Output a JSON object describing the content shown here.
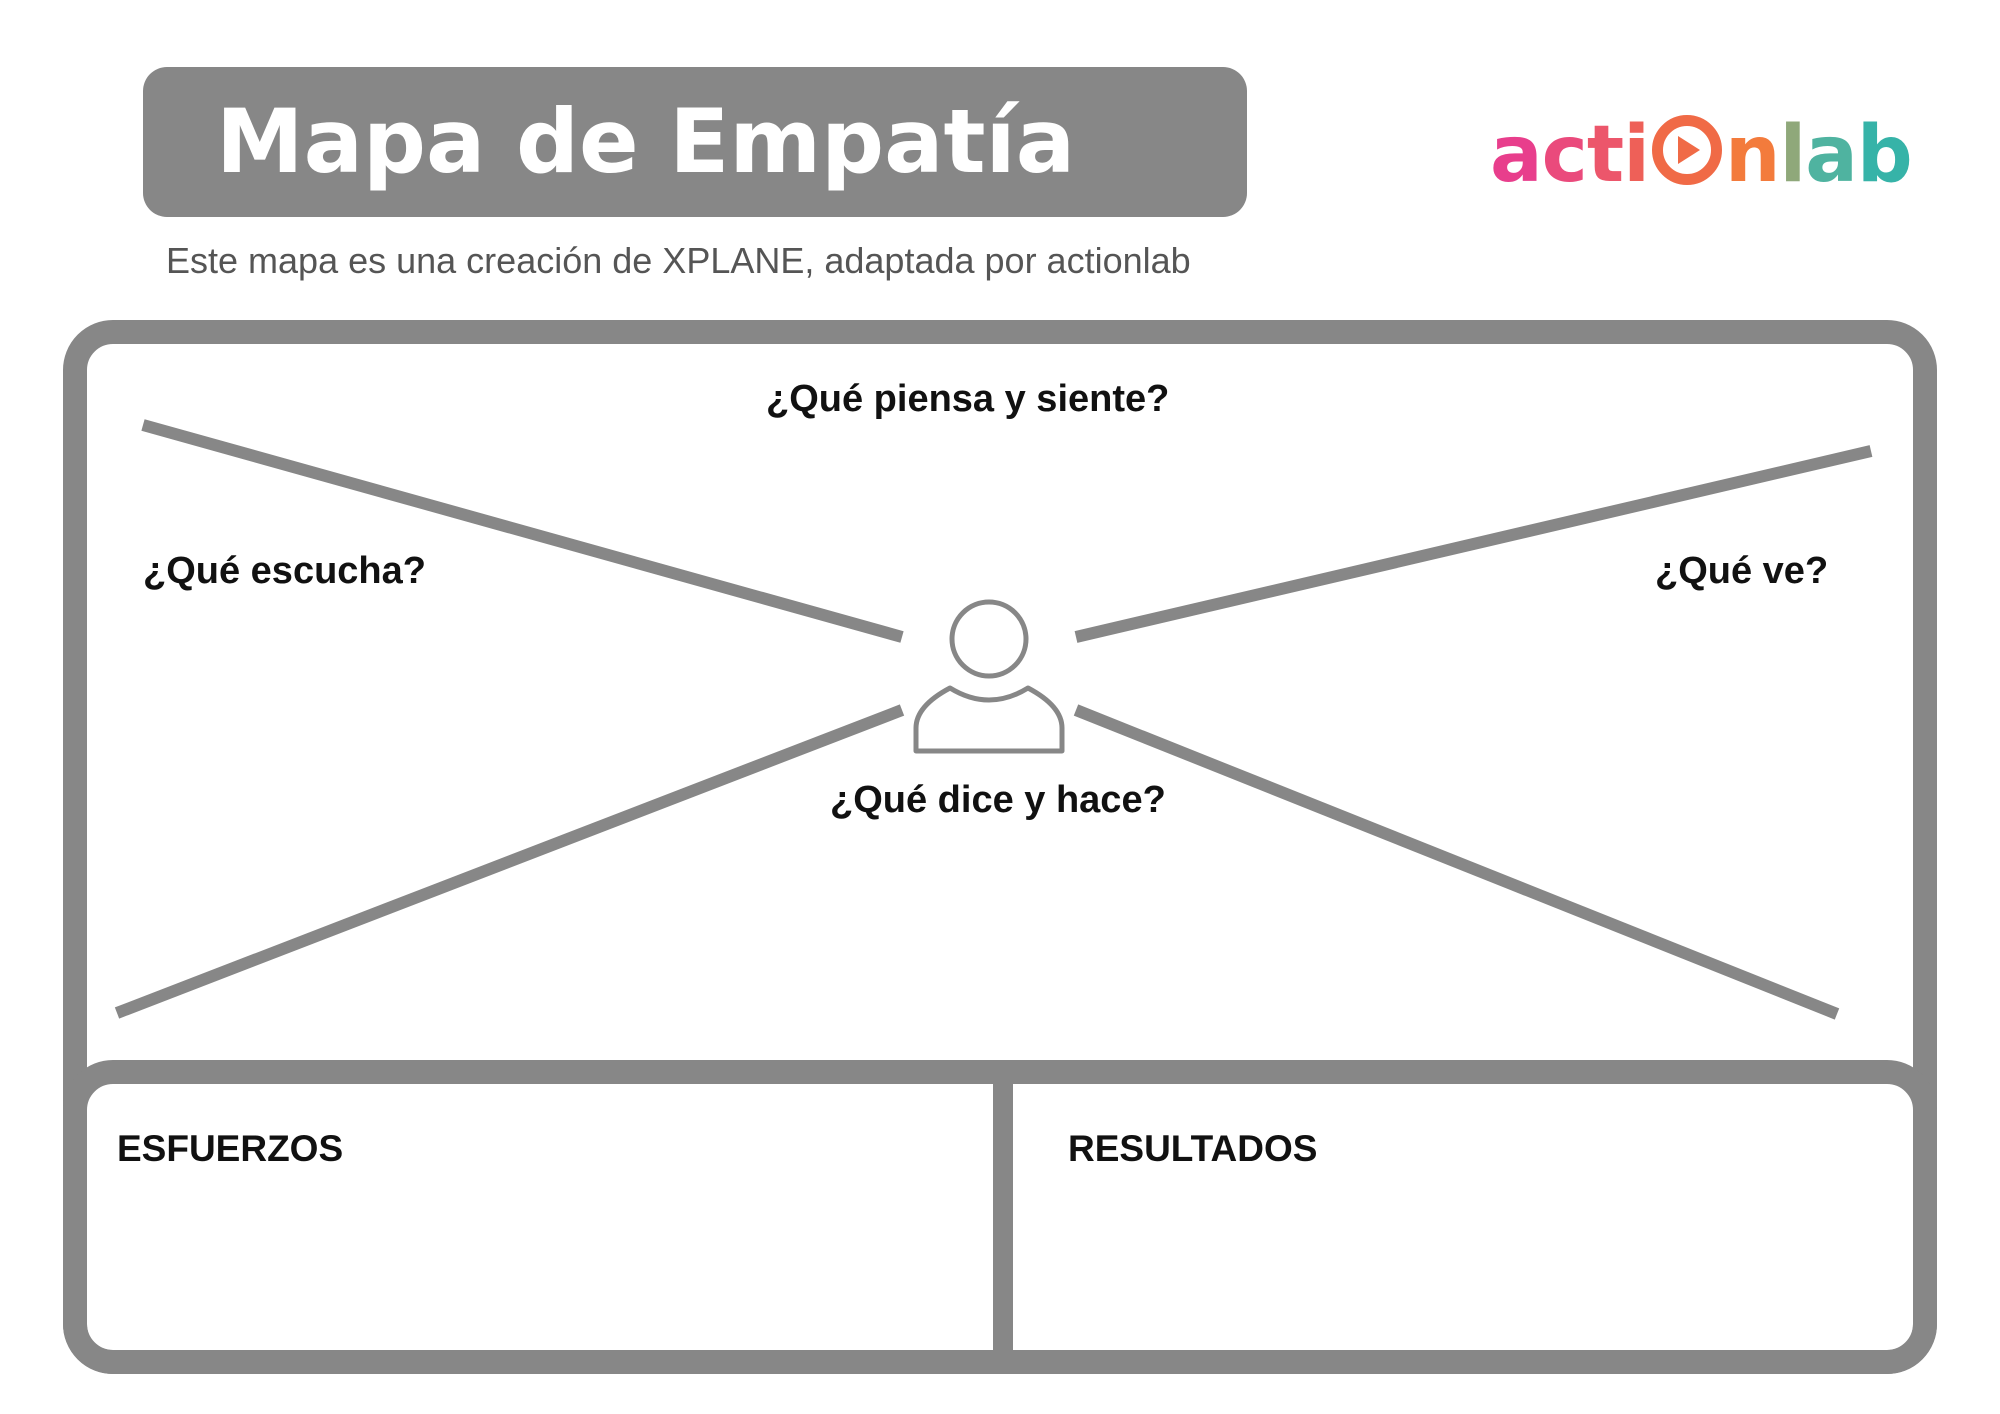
{
  "header": {
    "title": "Mapa de Empatía",
    "subtitle": "Este mapa es una creación de XPLANE, adaptada por actionlab"
  },
  "logo": {
    "letters": [
      {
        "ch": "a",
        "color": "#e83e8c"
      },
      {
        "ch": "c",
        "color": "#ea4a7c"
      },
      {
        "ch": "t",
        "color": "#ec566b"
      },
      {
        "ch": "i",
        "color": "#ee6058"
      },
      {
        "ch": "o",
        "color": "#f06a46",
        "icon": "play-icon"
      },
      {
        "ch": "n",
        "color": "#f37b3c"
      },
      {
        "ch": "l",
        "color": "#8fa87a"
      },
      {
        "ch": "a",
        "color": "#4fb3a0"
      },
      {
        "ch": "b",
        "color": "#36b3a8"
      }
    ]
  },
  "map": {
    "thinks_feels": "¿Qué piensa y siente?",
    "hears": "¿Qué escucha?",
    "sees": "¿Qué ve?",
    "says_does": "¿Qué dice y hace?",
    "center_icon": "person-icon"
  },
  "bottom": {
    "efforts": "ESFUERZOS",
    "results": "RESULTADOS"
  },
  "colors": {
    "frame": "#878787",
    "text": "#111111",
    "subtitle": "#555555"
  }
}
